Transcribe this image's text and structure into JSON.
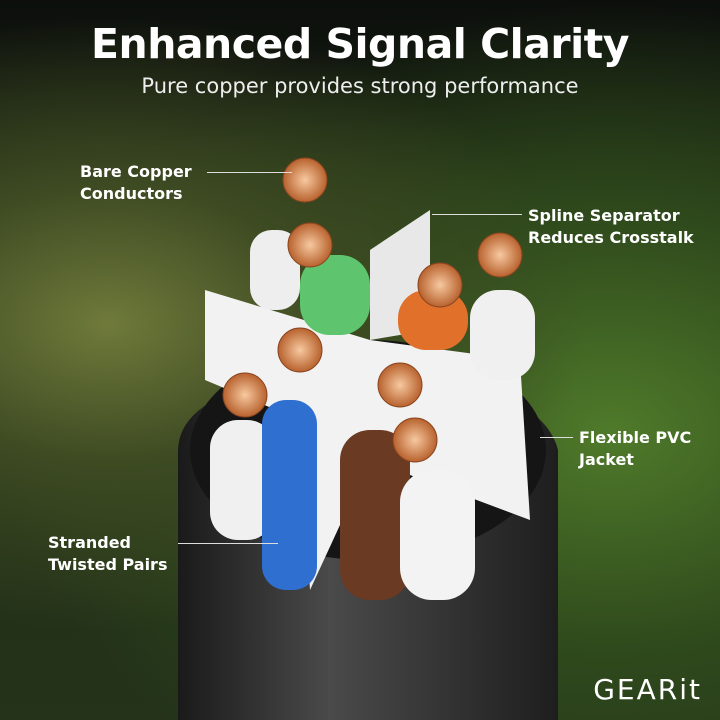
{
  "title": "Enhanced Signal Clarity",
  "subtitle": "Pure copper provides strong performance",
  "callouts": {
    "bare_copper": [
      "Bare Copper",
      "Conductors"
    ],
    "spline": [
      "Spline Separator",
      "Reduces Crosstalk"
    ],
    "jacket": [
      "Flexible PVC",
      "Jacket"
    ],
    "stranded": [
      "Stranded",
      "Twisted Pairs"
    ]
  },
  "logo": "GEARit"
}
